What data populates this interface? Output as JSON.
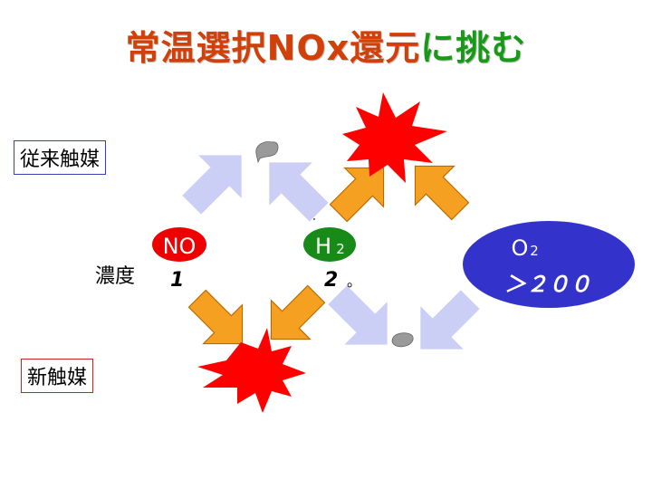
{
  "title": {
    "part1": "常温選択NOx還元",
    "part2": "に挑む",
    "color1": "#d2400a",
    "color2": "#189a18"
  },
  "legend": {
    "old_catalyst": "従来触媒",
    "new_catalyst": "新触媒"
  },
  "molecules": {
    "no": {
      "label": "NO",
      "fill": "#ee0000"
    },
    "h2": {
      "label": "H",
      "sub": "2",
      "fill": "#178a17"
    },
    "o2": {
      "label": "O",
      "sub": "2",
      "ratio": "＞２００",
      "fill": "#3333cc"
    }
  },
  "concentration": {
    "label": "濃度",
    "no_value": "1",
    "h2_value": "2",
    "dot": "。"
  },
  "colors": {
    "arrow_orange": "#f5a020",
    "arrow_lavender": "#cccff5",
    "burst_red": "#ff0000",
    "rock": "#9a9a9a"
  },
  "icons": [
    "explosion-burst-icon",
    "rock-product-icon"
  ]
}
